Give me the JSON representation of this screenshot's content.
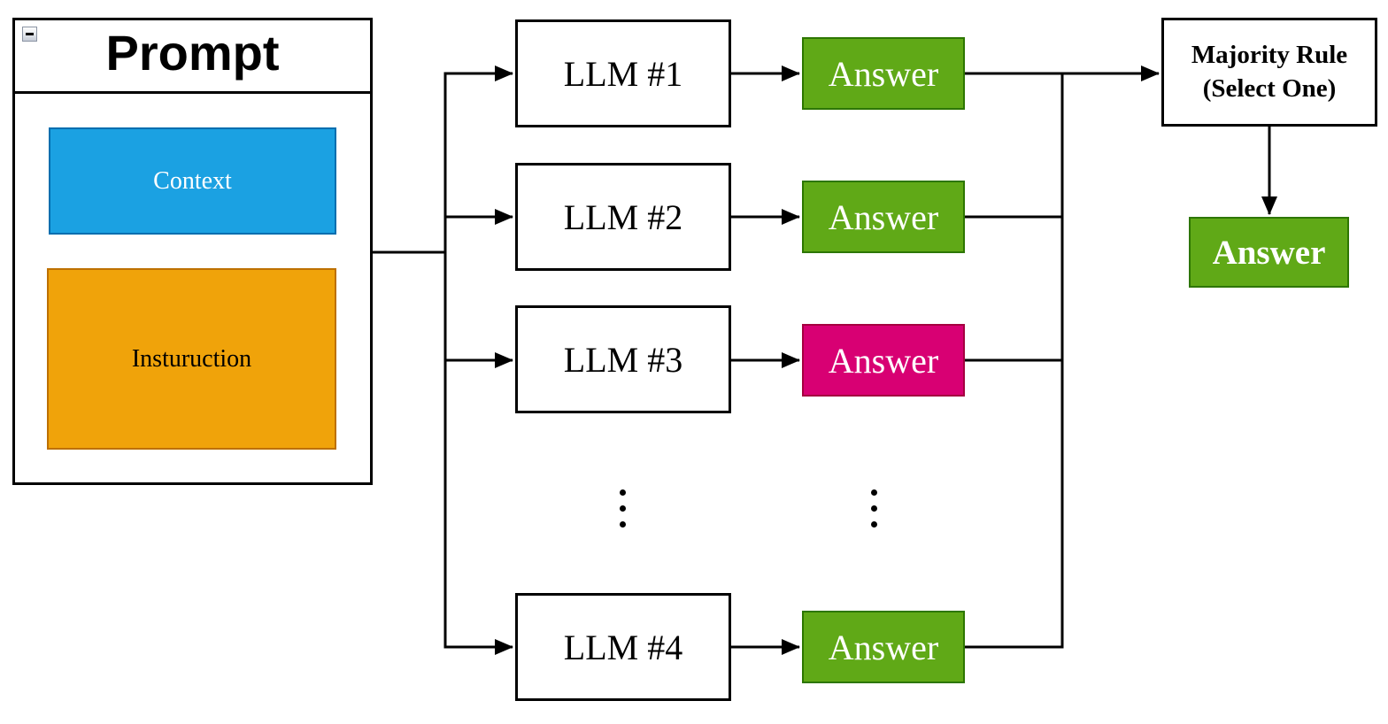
{
  "diagram": {
    "prompt": {
      "title": "Prompt",
      "context": {
        "label": "Context",
        "color": "blue"
      },
      "instruction": {
        "label": "Insturuction",
        "color": "orange"
      }
    },
    "llms": [
      {
        "label": "LLM #1"
      },
      {
        "label": "LLM #2"
      },
      {
        "label": "LLM #3"
      },
      {
        "label": "LLM #4"
      }
    ],
    "answers": [
      {
        "label": "Answer",
        "color": "green"
      },
      {
        "label": "Answer",
        "color": "green"
      },
      {
        "label": "Answer",
        "color": "pink"
      },
      {
        "label": "Answer",
        "color": "green"
      }
    ],
    "aggregator": {
      "line1": "Majority Rule",
      "line2": "(Select One)"
    },
    "final_answer": {
      "label": "Answer",
      "color": "green"
    },
    "colors": {
      "blue": "#1BA1E2",
      "blueDark": "#006EAF",
      "orange": "#F0A30A",
      "orangeDark": "#BD7000",
      "green": "#60A917",
      "greenDark": "#2D7600",
      "pink": "#D80073",
      "pinkDark": "#A50040",
      "line": "#000000"
    }
  }
}
